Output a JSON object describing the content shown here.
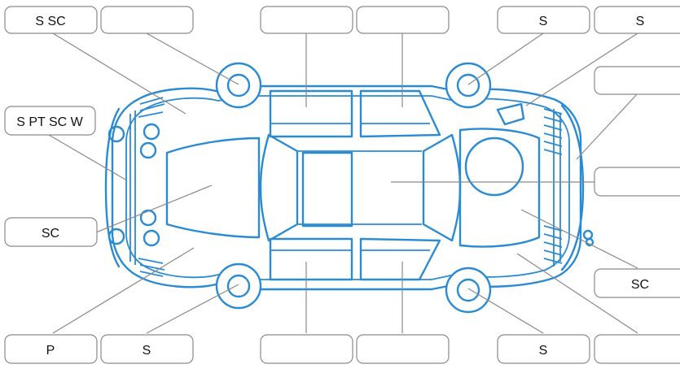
{
  "diagram": {
    "colors": {
      "car_outline": "#2a8bd3",
      "label_border": "#8a8a8a",
      "text": "#111111"
    },
    "labels": {
      "top_left_1": "S SC",
      "top_left_2": "",
      "top_mid_1": "",
      "top_mid_2": "",
      "top_right_1": "S",
      "top_right_2": "S",
      "left_upper": "S PT SC W",
      "left_lower": "SC",
      "right_upper": "",
      "right_mid": "",
      "right_lower": "SC",
      "bottom_left_1": "P",
      "bottom_left_2": "S",
      "bottom_mid_1": "",
      "bottom_mid_2": "",
      "bottom_right_1": "S",
      "bottom_right_2": ""
    }
  }
}
